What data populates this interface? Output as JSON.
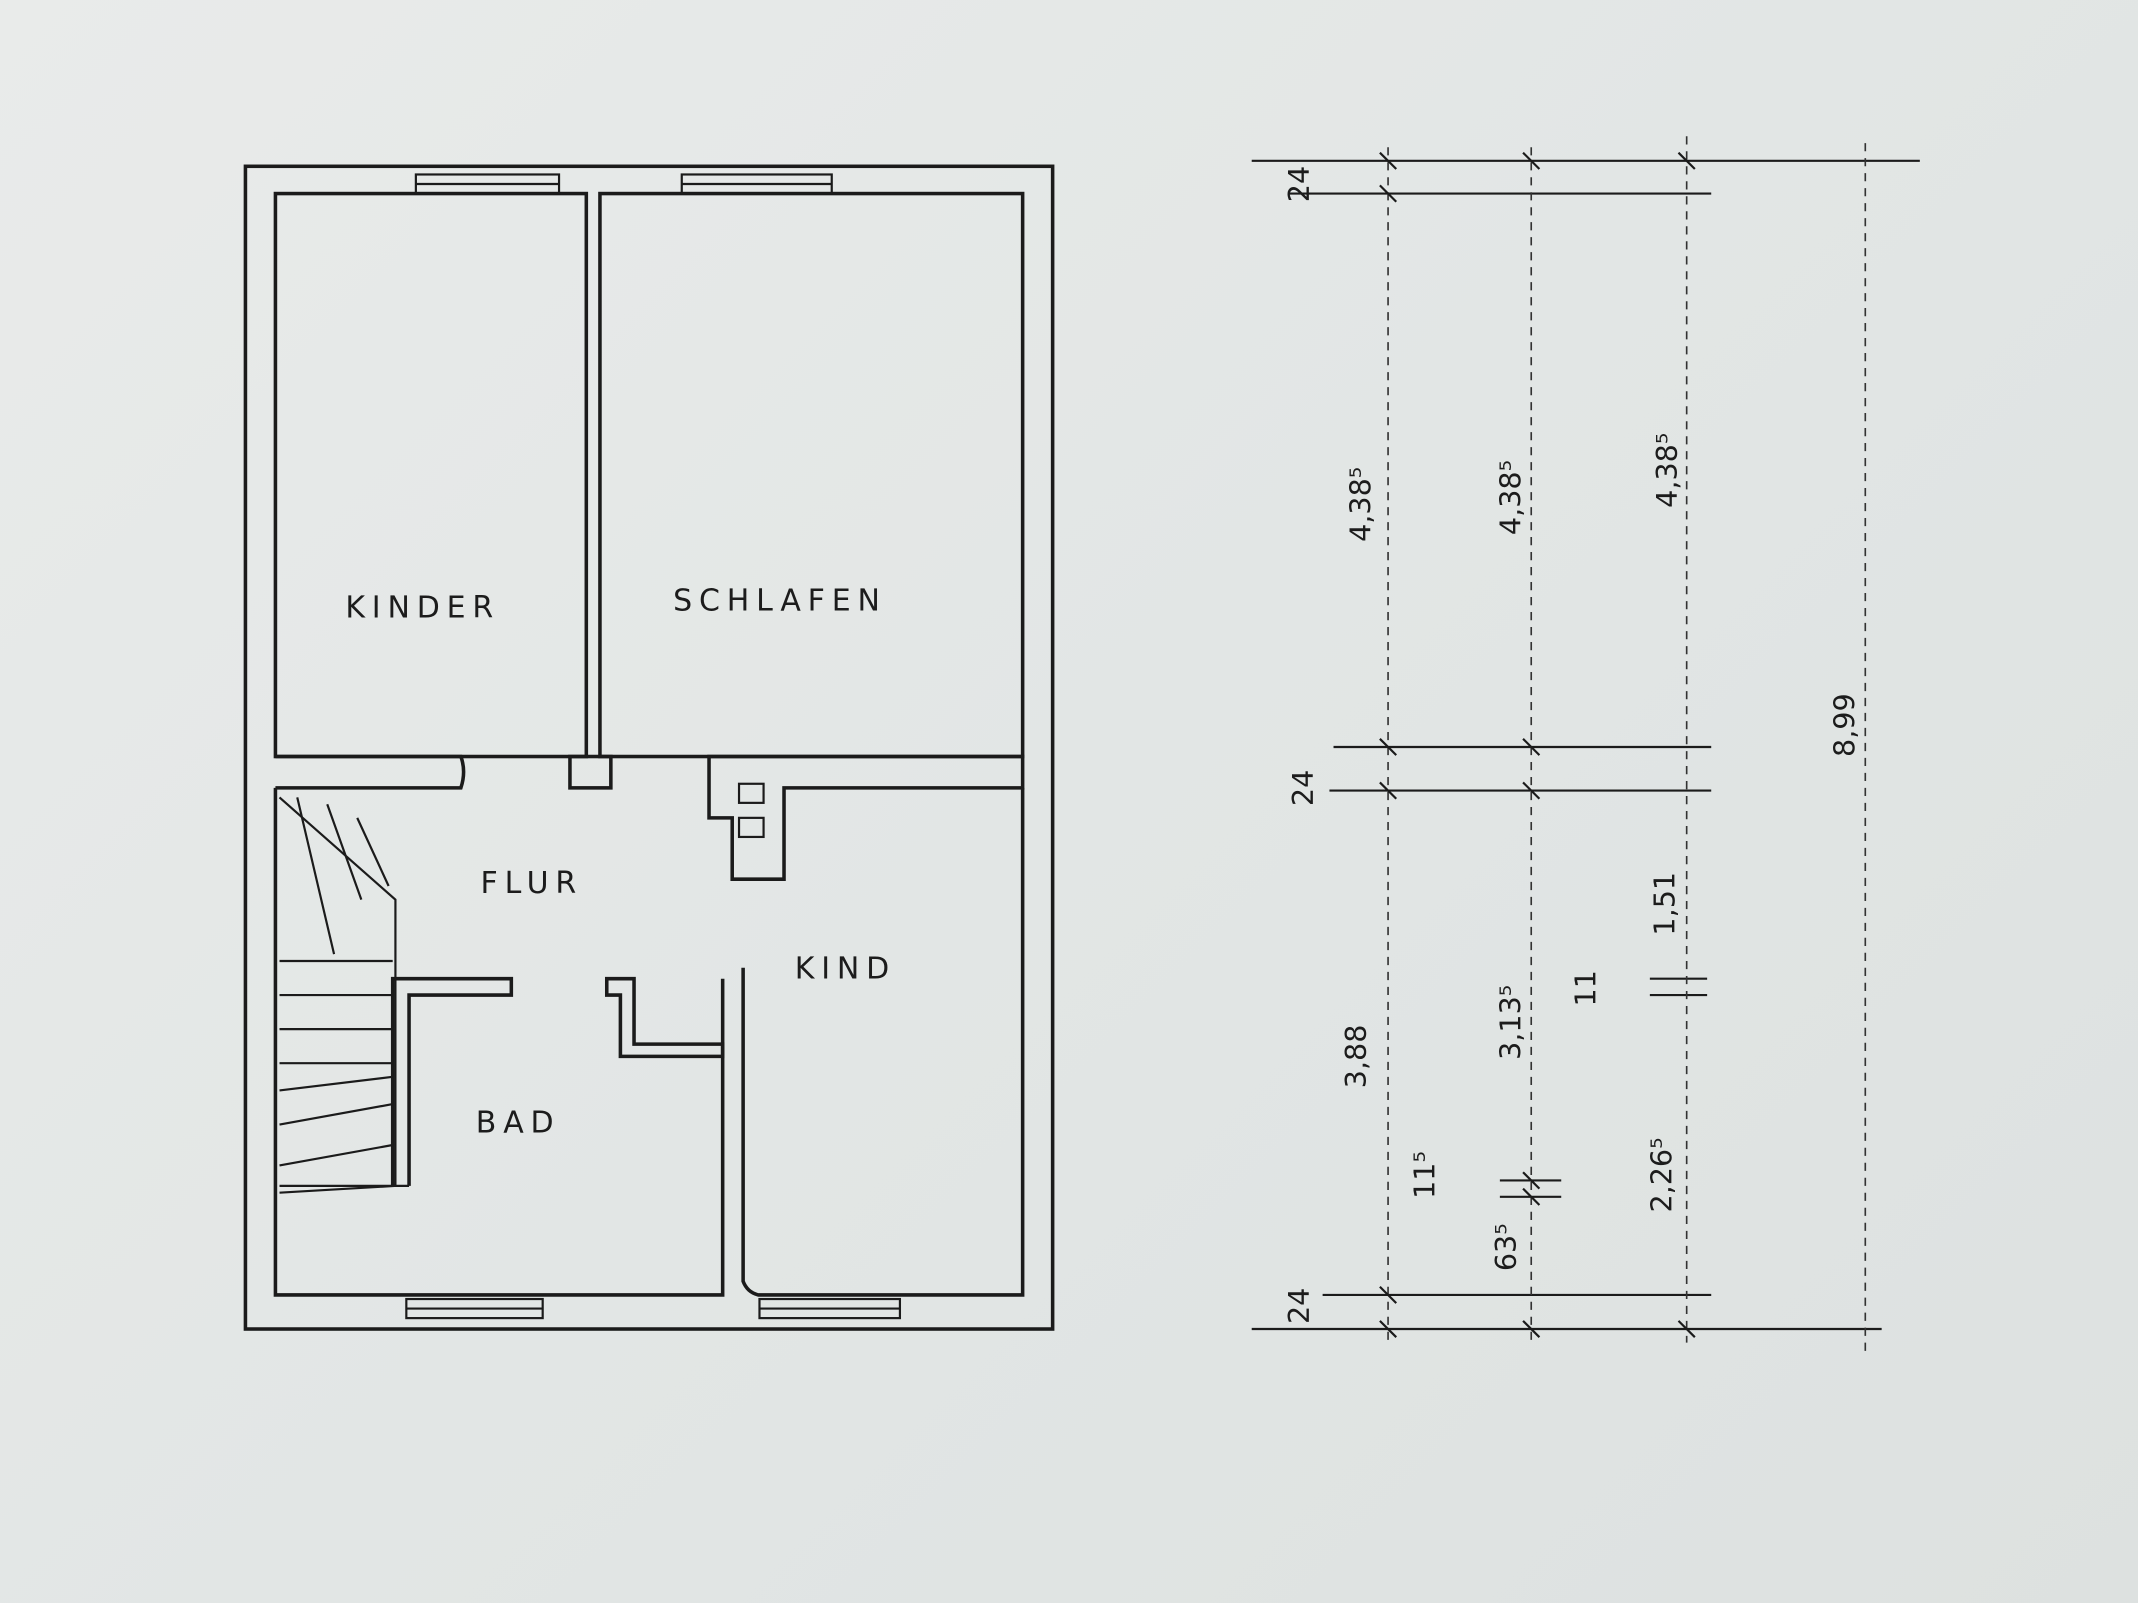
{
  "rooms": {
    "kinder": "KINDER",
    "schlafen": "SCHLAFEN",
    "flur": "FLUR",
    "kind": "KIND",
    "bad": "BAD"
  },
  "dimensions": {
    "top_wall": "24",
    "kinder_depth": "4,38⁵",
    "schlafen_depth": "4,38⁵",
    "right_depth": "4,38⁵",
    "total": "8,99",
    "middle_wall": "24",
    "kind_upper": "1,51",
    "kind_gap": "11",
    "flur_depth": "3,13⁵",
    "stair_depth": "3,88",
    "bad_wall": "11⁵",
    "bad_lower": "63⁵",
    "kind_lower": "2,26⁵",
    "bottom_wall": "24"
  }
}
